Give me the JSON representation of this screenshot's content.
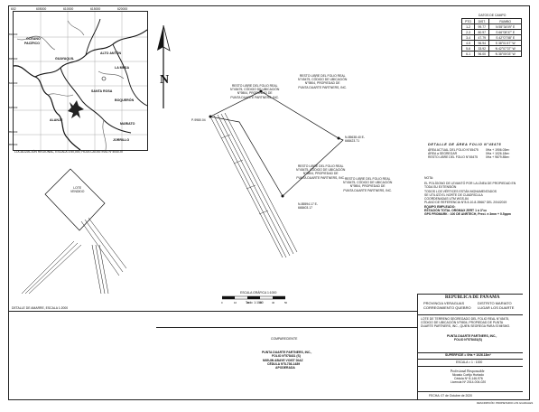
{
  "sheet": {
    "corner_code": "602",
    "footer_code": "DESCRIPCIÓN: PROPIETARIO LOS GUADALES"
  },
  "location_map": {
    "labels": [
      "OCÉANO",
      "PACÍFICO",
      "GUAYAQUIL",
      "ALTO ANTÓN",
      "LA MESA",
      "SANTA ROSA",
      "BOQUERÓN",
      "ALANJE",
      "MARIATO",
      "JORRILLO"
    ],
    "grid_top": [
      "605000",
      "610000",
      "615000",
      "620000"
    ],
    "grid_left": [
      "830000",
      "835000",
      "840000",
      "845000",
      "850000",
      "855000"
    ],
    "caption": "LOCALIZACIÓN REGIONAL, ESCALA 1:50,000, HOJA CATASTRAL N°4040-III"
  },
  "north_label": "N",
  "survey_table": {
    "title": "DATOS DE CAMPO",
    "headers": [
      "PTO",
      "DIST.",
      "RUMBO"
    ],
    "rows": [
      [
        "1-2",
        "99.77",
        "N 55°34'09\" E"
      ],
      [
        "2-3",
        "80.97",
        "S 66°08'37\" E"
      ],
      [
        "3-4",
        "47.79",
        "S 42°07'58\" E"
      ],
      [
        "4-5",
        "96.94",
        "S 38°01'47\" W"
      ],
      [
        "5-6",
        "33.92",
        "N 42°07'37\" W"
      ],
      [
        "6-1",
        "96.00",
        "N 38°05'03\" W"
      ]
    ]
  },
  "area": {
    "title": "DETALLE DE ÁREA FOLIO N°45475",
    "lines": [
      [
        "ÁREA ACTUAL DEL FOLIO N°45475",
        "0Ha + 1906.03m²"
      ],
      [
        "ÁREA a SEGREGAR",
        "0Ha + 1026.18m²"
      ],
      [
        "RESTO LIBRE DEL FOLIO N°45475",
        "0Ha + 9879.85m²"
      ]
    ]
  },
  "notes": {
    "title": "NOTA:",
    "lines": [
      "EL POLÍGONO DE LEVANTÓ POR LA LÍNEA DE PROPIEDAD EN",
      "TODA SU EXTENSIÓN",
      "TODOS LOS VÉRTICES ESTÁN MONUMENTADOS",
      "SE UTILIZÓ EL NORTE DE CUADRÍCULA",
      "COORDENADAS UTM WGS-84",
      "PLANO DE REFERENCIA N°8-5-10-8-39667 DEL 2/04/2019"
    ],
    "bold_lines": [
      "EQUIPO EMPLEADO:",
      "ESTACIÓN TOTAL ORGMAX ZERT 1 ó 3\"cc",
      "GPS PROMARK : 100 DE ANRTECH, Preci. ± 3mm + 0.5ppm"
    ]
  },
  "plan_labels": {
    "resto_top": [
      "RESTO LIBRE DEL FOLIO REAL",
      "N°45475, CÓDIGO DE UBICACIÓN",
      "N°9804, PROPIEDAD DE",
      "PUNTA DUARTE PARTNERS, INC."
    ],
    "resto_left": [
      "RESTO LIBRE DEL FOLIO REAL",
      "N°45475, CÓDIGO DE UBICACIÓN",
      "N°9804, PROPIEDAD DE",
      "PUNTA DUARTE PARTNERS, INC."
    ],
    "resto_low": [
      "RESTO LIBRE DEL FOLIO REAL",
      "N°45475, CÓDIGO DE UBICACIÓN",
      "N°9804, PROPIEDAD DE",
      "PUNTA DUARTE PARTNERS, INC."
    ],
    "resto_mid": [
      "RESTO LIBRE DEL FOLIO REAL",
      "N°45475, CÓDIGO DE UBICACIÓN",
      "N°9804, PROPIEDAD DE",
      "PUNTA DUARTE PARTNERS, INC."
    ],
    "coord_left": "P-9980.04",
    "coord_right": "N-85638.40 E-668423.71",
    "coord_bottom": "N-85594.17 E-668403.17",
    "lote_detail": "LOTE\nVENDIDO"
  },
  "scale_bar": {
    "title": "ESCALA GRÁFICA 1:1000",
    "ticks": [
      "0",
      "10",
      "20",
      "30",
      "40",
      "50"
    ],
    "caption": "Todo: 1:1000"
  },
  "detail_caption": "DETALLE DE AMARRE, ESCALA 1:2000",
  "approval": {
    "heading": "COMPARECIENTE",
    "lines": [
      "PUNTA DUARTE PARTNERS, INC.,",
      "FOLIO N°578431 (S)",
      "MIGUIN ABAYE VOIST DIAZ",
      "CÉDULA N°8-736-1489",
      "APODERADA"
    ]
  },
  "title_block": {
    "country": "REPÚBLICA   DE   PANAMÁ",
    "province": "PROVINCIA  VERAGUAS",
    "district": "DISTRITO  MARIATO",
    "corregimiento": "CORREGIMIENTO  QUEBRO",
    "place": "LUGAR  LOS  DUARTE",
    "description": [
      "LOTE DE TERRENO SEGREGADO DEL FOLIO REAL N°45475,",
      "CÓDIGO DE UBICACIÓN N°9804, PROPIEDAD DE PUNTA",
      "DUARTE PARTNERS, INC., QUIEN SEGREGA PARA SÍ MISMO."
    ],
    "owner": "PUNTA DUARTE PARTNERS, INC.,",
    "owner_folio": "FOLIO N°578431(S)",
    "surface": "SUPERFICIE = 0Ha + 1026.18m²",
    "scale": "ESCALA = 1 : 1000",
    "professional": [
      "Profesional Responsable",
      "Nicasio Cortijo Hurtado",
      "Cédula Nº 8-146-976",
      "Licencia Nº 2014-004-020"
    ],
    "date": "FECHA: 07 de Octubre de 2020"
  }
}
